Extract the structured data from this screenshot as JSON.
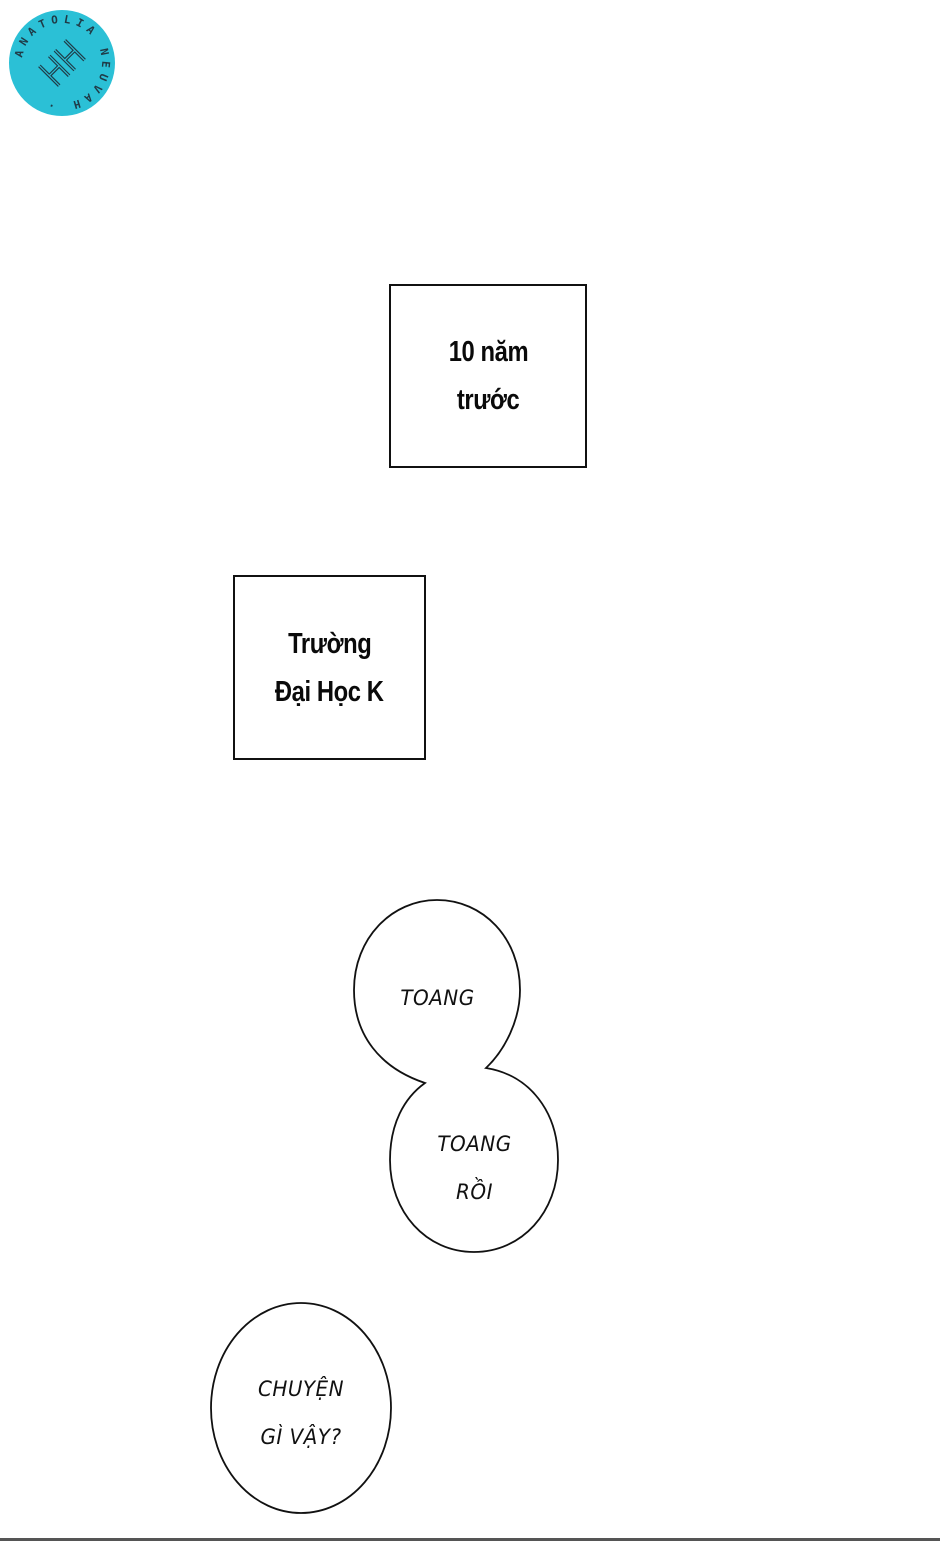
{
  "logo": {
    "icon": "scanlation-group-logo-icon",
    "circle_color": "#2bc0d6",
    "glyph_color": "#1f3a46",
    "ring_text": "ANATOLIA NEUVAH"
  },
  "captions": [
    {
      "lines": [
        "10 năm",
        "trước"
      ]
    },
    {
      "lines": [
        "Trường",
        "Đại Học K"
      ]
    }
  ],
  "speech_bubbles": [
    {
      "lines": [
        "TOANG"
      ]
    },
    {
      "lines": [
        "TOANG",
        "RỒI"
      ]
    },
    {
      "lines": [
        "CHUYỆN",
        "GÌ VẬY?"
      ]
    }
  ],
  "colors": {
    "background": "#ffffff",
    "stroke": "#111111",
    "bottom_line": "#555555"
  }
}
